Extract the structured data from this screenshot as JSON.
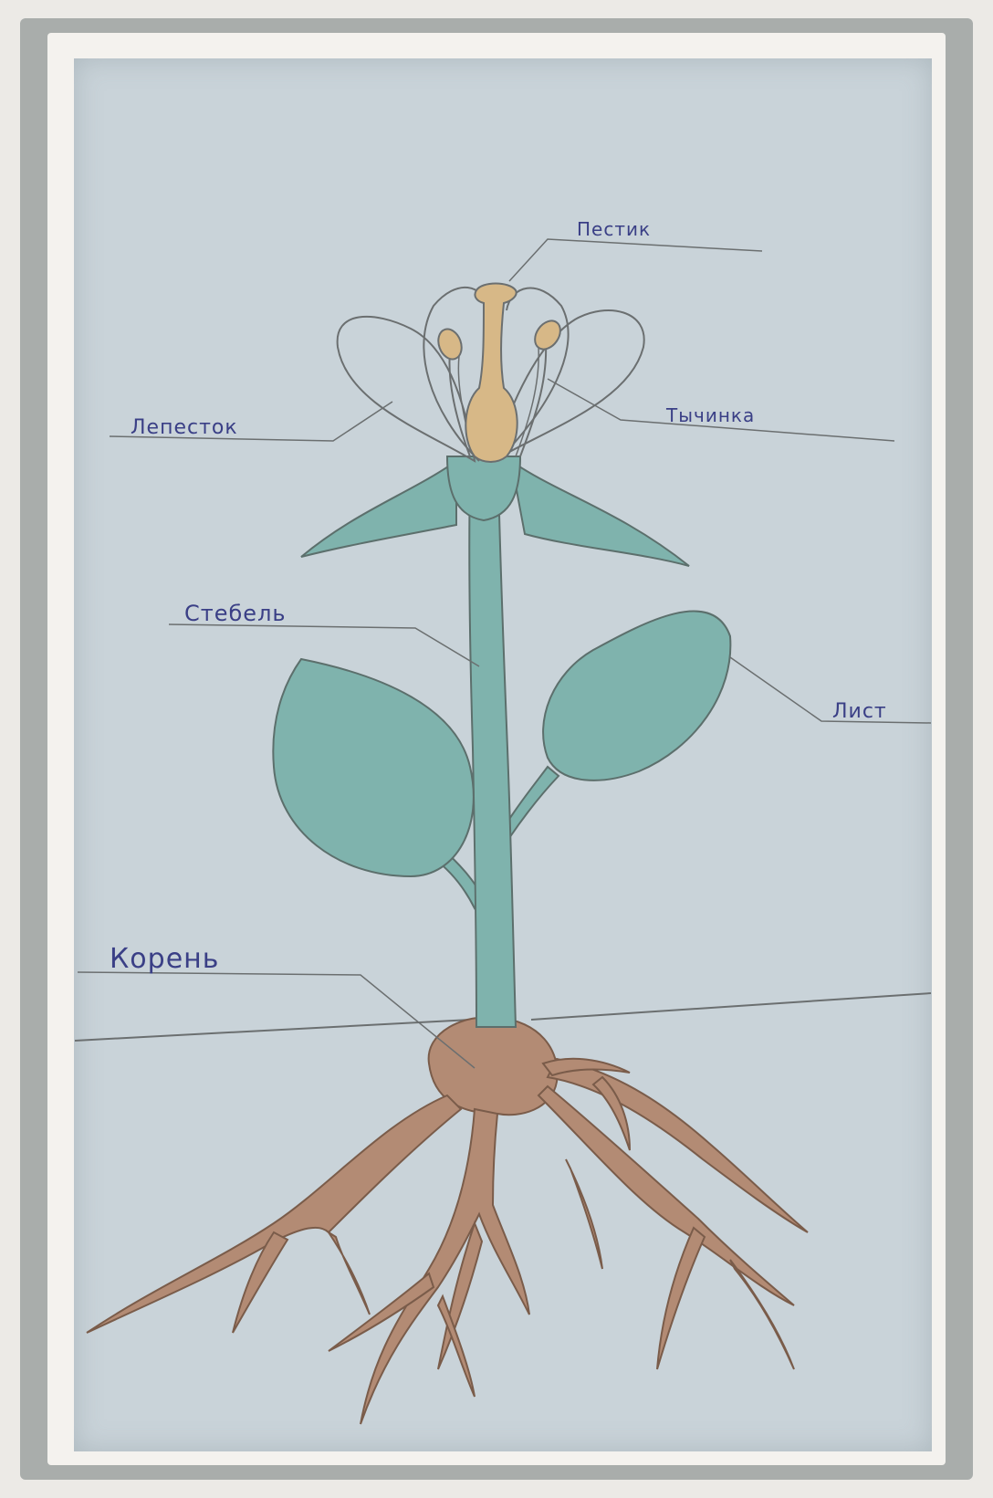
{
  "labels": {
    "pestik": "Пестик",
    "lepestok": "Лепесток",
    "tychinka": "Тычинка",
    "stebel": "Стебель",
    "list": "Лист",
    "koren": "Корень"
  },
  "colors": {
    "paper": "#c9d3d9",
    "stem_green": "#7fb3ad",
    "root_brown": "#b38b74",
    "pistil_yellow": "#d7b887",
    "ink": "#3a3f86",
    "pencil": "#6b6f70"
  }
}
